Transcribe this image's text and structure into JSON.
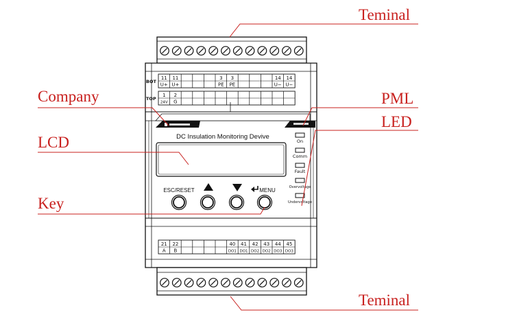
{
  "callouts": {
    "terminal_top": "Teminal",
    "company": "Company",
    "pml": "PML",
    "led": "LED",
    "lcd": "LCD",
    "key": "Key",
    "terminal_bottom": "Teminal"
  },
  "device": {
    "title": "DC Insulation Monitoring Devive",
    "row_label_bot": "BOT",
    "row_label_top": "TOP",
    "bot_cells": [
      {
        "num": "11",
        "sig": "U+"
      },
      {
        "num": "11",
        "sig": "U+"
      },
      {
        "num": "",
        "sig": ""
      },
      {
        "num": "",
        "sig": ""
      },
      {
        "num": "",
        "sig": ""
      },
      {
        "num": "3",
        "sig": "PE"
      },
      {
        "num": "3",
        "sig": "PE"
      },
      {
        "num": "",
        "sig": ""
      },
      {
        "num": "",
        "sig": ""
      },
      {
        "num": "",
        "sig": ""
      },
      {
        "num": "14",
        "sig": "U−"
      },
      {
        "num": "14",
        "sig": "U−"
      }
    ],
    "top_cells": [
      {
        "num": "1",
        "sig": "24V"
      },
      {
        "num": "2",
        "sig": "G"
      },
      {
        "num": "",
        "sig": ""
      },
      {
        "num": "",
        "sig": ""
      },
      {
        "num": "",
        "sig": ""
      },
      {
        "num": "",
        "sig": ""
      },
      {
        "num": "",
        "sig": ""
      },
      {
        "num": "",
        "sig": ""
      },
      {
        "num": "",
        "sig": ""
      },
      {
        "num": "",
        "sig": ""
      },
      {
        "num": "",
        "sig": ""
      },
      {
        "num": "",
        "sig": ""
      }
    ],
    "bottom_cells": [
      {
        "num": "21",
        "sig": "A"
      },
      {
        "num": "22",
        "sig": "B"
      },
      {
        "num": "",
        "sig": ""
      },
      {
        "num": "",
        "sig": ""
      },
      {
        "num": "",
        "sig": ""
      },
      {
        "num": "",
        "sig": ""
      },
      {
        "num": "40",
        "sig": "DO1"
      },
      {
        "num": "41",
        "sig": "DO1"
      },
      {
        "num": "42",
        "sig": "DO2"
      },
      {
        "num": "43",
        "sig": "DO2"
      },
      {
        "num": "44",
        "sig": "DO3"
      },
      {
        "num": "45",
        "sig": "DO3"
      }
    ],
    "keys": [
      {
        "label": "ESC/RESET",
        "icon": ""
      },
      {
        "label": "",
        "icon": "up-arrow-icon"
      },
      {
        "label": "",
        "icon": "down-arrow-icon"
      },
      {
        "label": "MENU",
        "icon": "enter-icon"
      }
    ],
    "leds": [
      {
        "label": "On"
      },
      {
        "label": "Comm"
      },
      {
        "label": "Fault"
      },
      {
        "label": "Overvoltage"
      },
      {
        "label": "Undervoltage"
      }
    ],
    "terminal_screw_count": 12
  }
}
